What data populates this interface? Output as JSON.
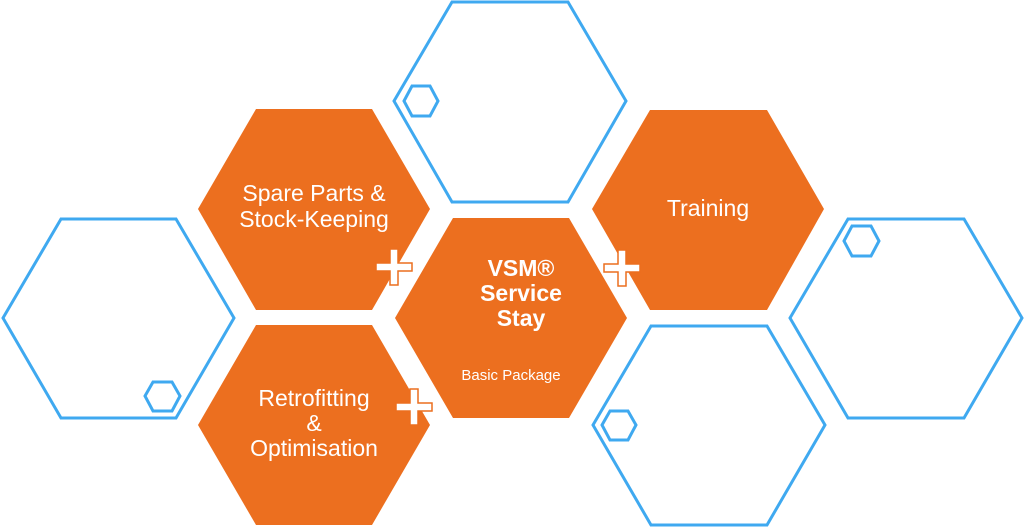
{
  "colors": {
    "accent_orange": "#EC6F1F",
    "outline_blue": "#3FA9F0",
    "text_white": "#FFFFFF",
    "background": "#FFFFFF"
  },
  "hexagons": {
    "spare_parts": {
      "lines": [
        "Spare Parts &",
        "Stock-Keeping"
      ]
    },
    "training": {
      "lines": [
        "Training"
      ]
    },
    "retrofitting": {
      "lines": [
        "Retrofitting",
        "&",
        "Optimisation"
      ]
    },
    "center": {
      "lines": [
        "VSM®",
        "Service",
        "Stay"
      ],
      "subtitle": "Basic Package"
    }
  },
  "icons": {
    "plus": "plus-icon",
    "outline_hex": "hexagon-outline-icon",
    "small_hex": "small-hexagon-icon"
  }
}
